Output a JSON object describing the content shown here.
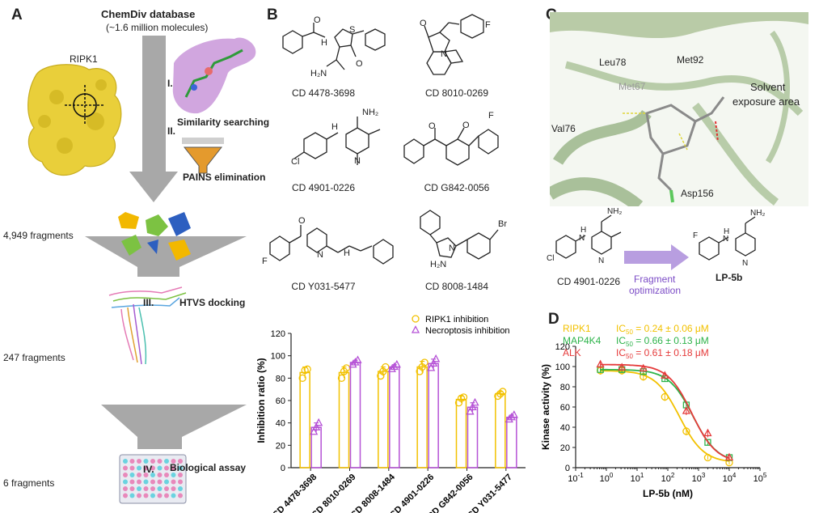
{
  "panel_a": {
    "letter": "A",
    "db_title": "ChemDiv database",
    "db_sub": "(~1.6 million molecules)",
    "protein": "RIPK1",
    "steps": [
      {
        "num": "I.",
        "name": "Similarity searching"
      },
      {
        "num": "II.",
        "name": "PAINS elimination"
      },
      {
        "num": "III.",
        "name": "HTVS docking"
      },
      {
        "num": "IV.",
        "name": "Biological assay"
      }
    ],
    "counts": [
      "4,949 fragments",
      "247 fragments",
      "6 fragments"
    ]
  },
  "panel_b": {
    "letter": "B",
    "compounds": [
      "CD 4478-3698",
      "CD 8010-0269",
      "CD 4901-0226",
      "CD G842-0056",
      "CD Y031-5477",
      "CD 8008-1484"
    ]
  },
  "panel_c": {
    "letter": "C",
    "residues": [
      "Leu78",
      "Met92",
      "Met67",
      "Val76",
      "Asp156"
    ],
    "solvent": [
      "Solvent",
      "exposure area"
    ],
    "scheme": {
      "start": "CD 4901-0226",
      "arrow": [
        "Fragment",
        "optimization"
      ],
      "end": "LP-5b"
    }
  },
  "panel_d": {
    "letter": "D"
  },
  "chart_data": [
    {
      "type": "bar",
      "ylabel": "Inhibition ratio (%)",
      "ylim": [
        0,
        120
      ],
      "yticks": [
        "0",
        "20",
        "40",
        "60",
        "80",
        "100",
        "120"
      ],
      "categories": [
        "CD 4478-3698",
        "CD 8010-0269",
        "CD 8008-1484",
        "CD 4901-0226",
        "CD G842-0056",
        "CD Y031-5477"
      ],
      "legend_position": "top-right",
      "series": [
        {
          "name": "RIPK1 inhibition",
          "color": "#f2c100",
          "marker": "circle",
          "values": [
            85,
            85,
            86,
            90,
            61,
            66
          ],
          "errors": [
            5,
            5,
            4,
            5,
            3,
            2
          ],
          "points": [
            [
              80,
              87,
              88
            ],
            [
              80,
              86,
              89
            ],
            [
              82,
              86,
              90
            ],
            [
              86,
              90,
              94
            ],
            [
              58,
              62,
              63
            ],
            [
              64,
              66,
              68
            ]
          ]
        },
        {
          "name": "Necroptosis inhibition",
          "color": "#b552d6",
          "marker": "triangle",
          "values": [
            36,
            94,
            90,
            93,
            54,
            45
          ],
          "errors": [
            4,
            2,
            2,
            4,
            4,
            2
          ],
          "points": [
            [
              32,
              36,
              40
            ],
            [
              92,
              94,
              96
            ],
            [
              88,
              90,
              92
            ],
            [
              89,
              93,
              97
            ],
            [
              50,
              54,
              58
            ],
            [
              43,
              45,
              47
            ]
          ]
        }
      ]
    },
    {
      "type": "line",
      "xlabel": "LP-5b (nM)",
      "ylabel": "Kinase activity (%)",
      "xscale": "log",
      "xlim": [
        0.1,
        100000
      ],
      "xticks": [
        {
          "base": "10",
          "exp": "-1"
        },
        {
          "base": "10",
          "exp": "0"
        },
        {
          "base": "10",
          "exp": "1"
        },
        {
          "base": "10",
          "exp": "2"
        },
        {
          "base": "10",
          "exp": "3"
        },
        {
          "base": "10",
          "exp": "4"
        },
        {
          "base": "10",
          "exp": "5"
        }
      ],
      "ylim": [
        0,
        120
      ],
      "yticks": [
        "0",
        "20",
        "40",
        "60",
        "80",
        "100",
        "120"
      ],
      "legend_position": "top-left",
      "series": [
        {
          "name": "RIPK1",
          "ic50_text": "= 0.24 ± 0.06 μM",
          "ic50": 240,
          "color": "#f2c100",
          "marker": "circle",
          "x": [
            0.64,
            3.2,
            16,
            80,
            400,
            2000,
            10000
          ],
          "y": [
            96,
            96,
            90,
            70,
            36,
            10,
            5
          ],
          "errors": [
            4,
            4,
            4,
            4,
            4,
            2,
            2
          ]
        },
        {
          "name": "MAP4K4",
          "ic50_text": "= 0.66 ± 0.13 μM",
          "ic50": 660,
          "color": "#2db34a",
          "marker": "square",
          "x": [
            0.64,
            3.2,
            16,
            80,
            400,
            2000,
            10000
          ],
          "y": [
            97,
            97,
            95,
            88,
            62,
            25,
            10
          ],
          "errors": [
            3,
            3,
            3,
            3,
            4,
            3,
            2
          ]
        },
        {
          "name": "ALK",
          "ic50_text": "= 0.61 ± 0.18 μM",
          "ic50": 610,
          "color": "#e53a3a",
          "marker": "triangle",
          "x": [
            0.64,
            3.2,
            16,
            80,
            400,
            2000,
            10000
          ],
          "y": [
            102,
            99,
            98,
            91,
            56,
            34,
            10
          ],
          "errors": [
            4,
            3,
            3,
            3,
            4,
            4,
            2
          ]
        }
      ]
    }
  ]
}
